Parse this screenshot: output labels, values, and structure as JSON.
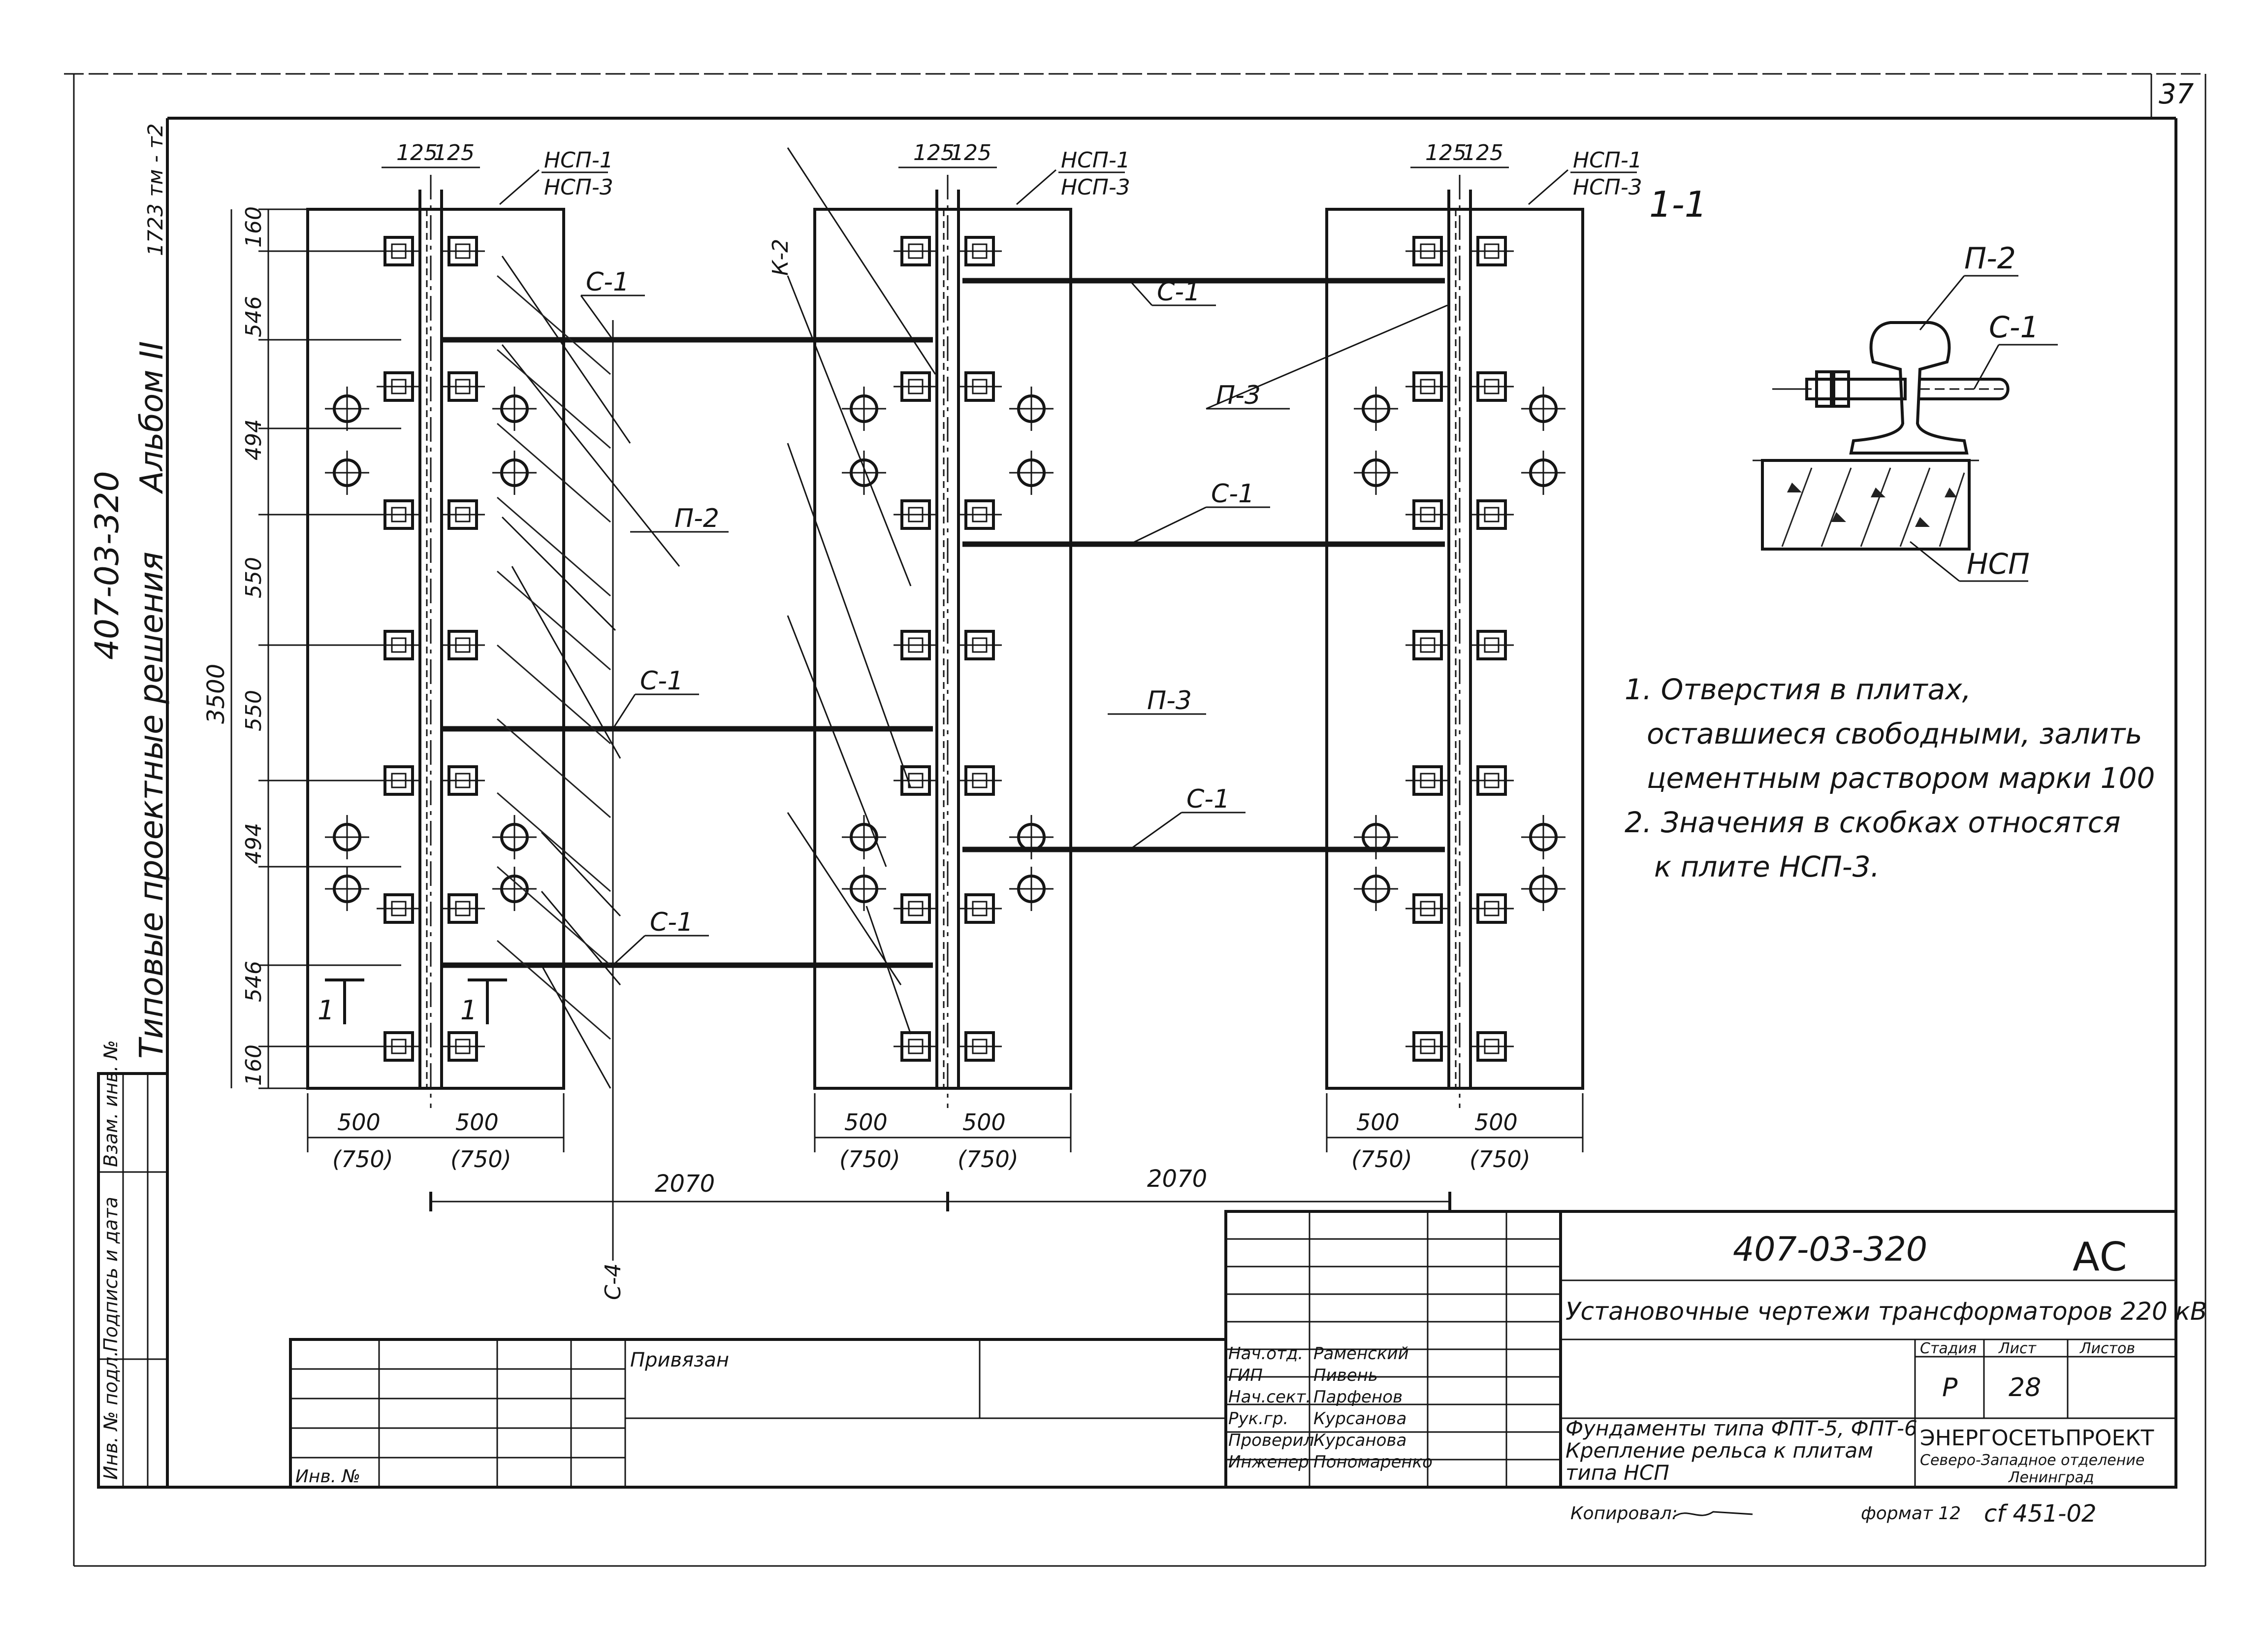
{
  "sheet": {
    "page_number": "37",
    "album_code": "407-03-320",
    "album_volume": "Альбом II",
    "album_title": "Типовые проектные решения",
    "album_year": "1723 тм - т2"
  },
  "slabs": [
    {
      "top_label": "НСП-1",
      "top_label_2": "НСП-3",
      "dim_top": [
        "125",
        "125"
      ],
      "dim_bottom": [
        "500",
        "500"
      ],
      "dim_bottom_alt": [
        "(750)",
        "(750)"
      ]
    },
    {
      "top_label": "НСП-1",
      "top_label_2": "НСП-3",
      "dim_top": [
        "125",
        "125"
      ],
      "dim_bottom": [
        "500",
        "500"
      ],
      "dim_bottom_alt": [
        "(750)",
        "(750)"
      ]
    },
    {
      "top_label": "НСП-1",
      "top_label_2": "НСП-3",
      "dim_top": [
        "125",
        "125"
      ],
      "dim_bottom": [
        "500",
        "500"
      ],
      "dim_bottom_alt": [
        "(750)",
        "(750)"
      ]
    }
  ],
  "vertical_dims": {
    "segments": [
      "160",
      "546",
      "494",
      "550",
      "550",
      "494",
      "546",
      "160"
    ],
    "total": "3500"
  },
  "spacing_dims": [
    "2070",
    "2070"
  ],
  "callouts": {
    "c1": "С-1",
    "p2": "П-2",
    "p3": "П-3",
    "k2": "К-2",
    "c4": "С-4",
    "section_mark": "1"
  },
  "section": {
    "title": "1-1",
    "labels": [
      "П-2",
      "С-1",
      "НСП"
    ]
  },
  "notes": [
    "1. Отверстия в плитах,",
    "оставшиеся свободными, залить",
    "цементным раствором марки 100",
    "2. Значения в скобках относятся",
    "к плите НСП-3."
  ],
  "title_block": {
    "code": "407-03-320",
    "mark": "АС",
    "project_title": "Установочные чертежи трансформаторов 220 кВ",
    "sheet_title_1": "Фундаменты типа ФПТ-5, ФПТ-6",
    "sheet_title_2": "Крепление рельса к плитам",
    "sheet_title_3": "типа НСП",
    "stage_header": "Стадия",
    "sheet_header": "Лист",
    "sheets_header": "Листов",
    "stage": "Р",
    "sheet_no": "28",
    "org_1": "ЭНЕРГОСЕТЬПРОЕКТ",
    "org_2": "Северо-Западное отделение",
    "org_3": "Ленинград",
    "privyazan": "Привязан",
    "inv_label": "Инв. №",
    "copied": "Копировал:",
    "format": "формат 12",
    "reg_no": "сf 451-02",
    "people": [
      {
        "role": "Нач.отд.",
        "name": "Раменский"
      },
      {
        "role": "ГИП",
        "name": "Пивень"
      },
      {
        "role": "Нач.сект.",
        "name": "Парфенов"
      },
      {
        "role": "Рук.гр.",
        "name": "Курсанова"
      },
      {
        "role": "Проверил",
        "name": "Курсанова"
      },
      {
        "role": "Инженер",
        "name": "Пономаренко"
      }
    ]
  },
  "side_stamp": {
    "col1": "Инв. № подл.",
    "col2": "Подпись и дата",
    "col3": "Взам. инв. №"
  }
}
